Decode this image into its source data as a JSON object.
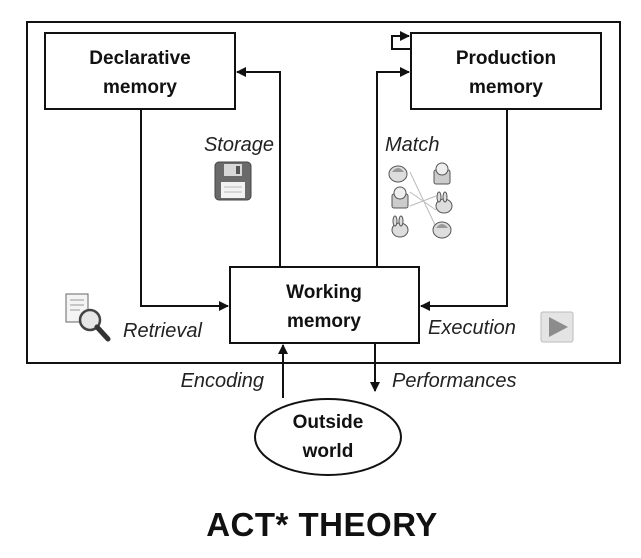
{
  "diagram": {
    "title": "ACT* THEORY",
    "nodes": {
      "declarative": {
        "line1": "Declarative",
        "line2": "memory"
      },
      "production": {
        "line1": "Production",
        "line2": "memory"
      },
      "working": {
        "line1": "Working",
        "line2": "memory"
      },
      "outside": {
        "line1": "Outside",
        "line2": "world"
      }
    },
    "edges": {
      "storage": "Storage",
      "match": "Match",
      "retrieval": "Retrieval",
      "execution": "Execution",
      "encoding": "Encoding",
      "performances": "Performances"
    },
    "icons": {
      "storage": "floppy-disk-icon",
      "retrieval": "magnifier-document-icon",
      "match": "matching-pictures-icon",
      "execution": "play-icon"
    }
  }
}
